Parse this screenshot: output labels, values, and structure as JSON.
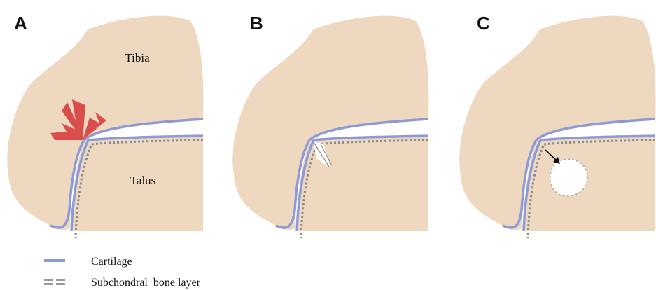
{
  "panels": [
    {
      "letter": "A",
      "labels": {
        "upper": "Tibia",
        "lower": "Talus"
      },
      "stage": "impact"
    },
    {
      "letter": "B",
      "labels": {
        "upper": "",
        "lower": ""
      },
      "stage": "cartilage fracture"
    },
    {
      "letter": "C",
      "labels": {
        "upper": "",
        "lower": ""
      },
      "stage": "subchondral cyst"
    }
  ],
  "legend": [
    {
      "label": "Cartilage",
      "color": "#8e9ad6",
      "style": "solid"
    },
    {
      "label": "Subchondral  bone layer",
      "color": "#9a9a9a",
      "style": "double-dashed"
    }
  ],
  "colors": {
    "bone": "#eed8c0",
    "cartilage": "#8e9ad6",
    "impact": "#d94e4a",
    "subchondral": "#8a8a8a"
  }
}
